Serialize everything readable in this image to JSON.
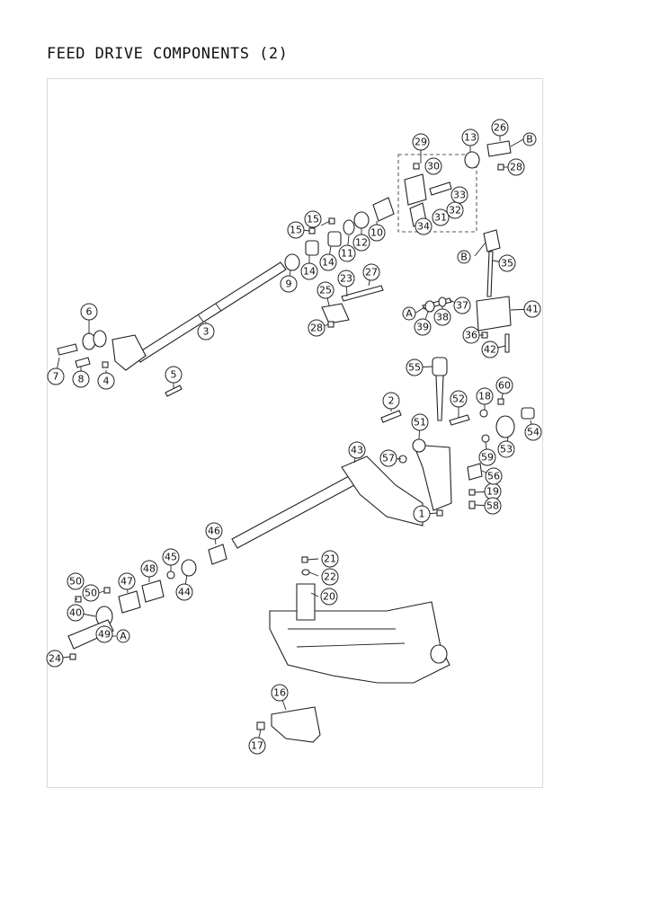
{
  "page": {
    "title": "FEED DRIVE COMPONENTS (2)"
  },
  "callouts": [
    "1",
    "2",
    "3",
    "4",
    "5",
    "6",
    "7",
    "8",
    "9",
    "10",
    "11",
    "12",
    "13",
    "14",
    "14",
    "15",
    "15",
    "16",
    "17",
    "18",
    "19",
    "20",
    "21",
    "22",
    "23",
    "24",
    "25",
    "26",
    "27",
    "28",
    "28",
    "29",
    "30",
    "31",
    "32",
    "33",
    "34",
    "35",
    "36",
    "37",
    "38",
    "39",
    "40",
    "41",
    "42",
    "43",
    "44",
    "45",
    "46",
    "47",
    "48",
    "49",
    "50",
    "50",
    "51",
    "52",
    "53",
    "54",
    "55",
    "56",
    "57",
    "58",
    "59",
    "60",
    "A",
    "A",
    "B",
    "B"
  ]
}
